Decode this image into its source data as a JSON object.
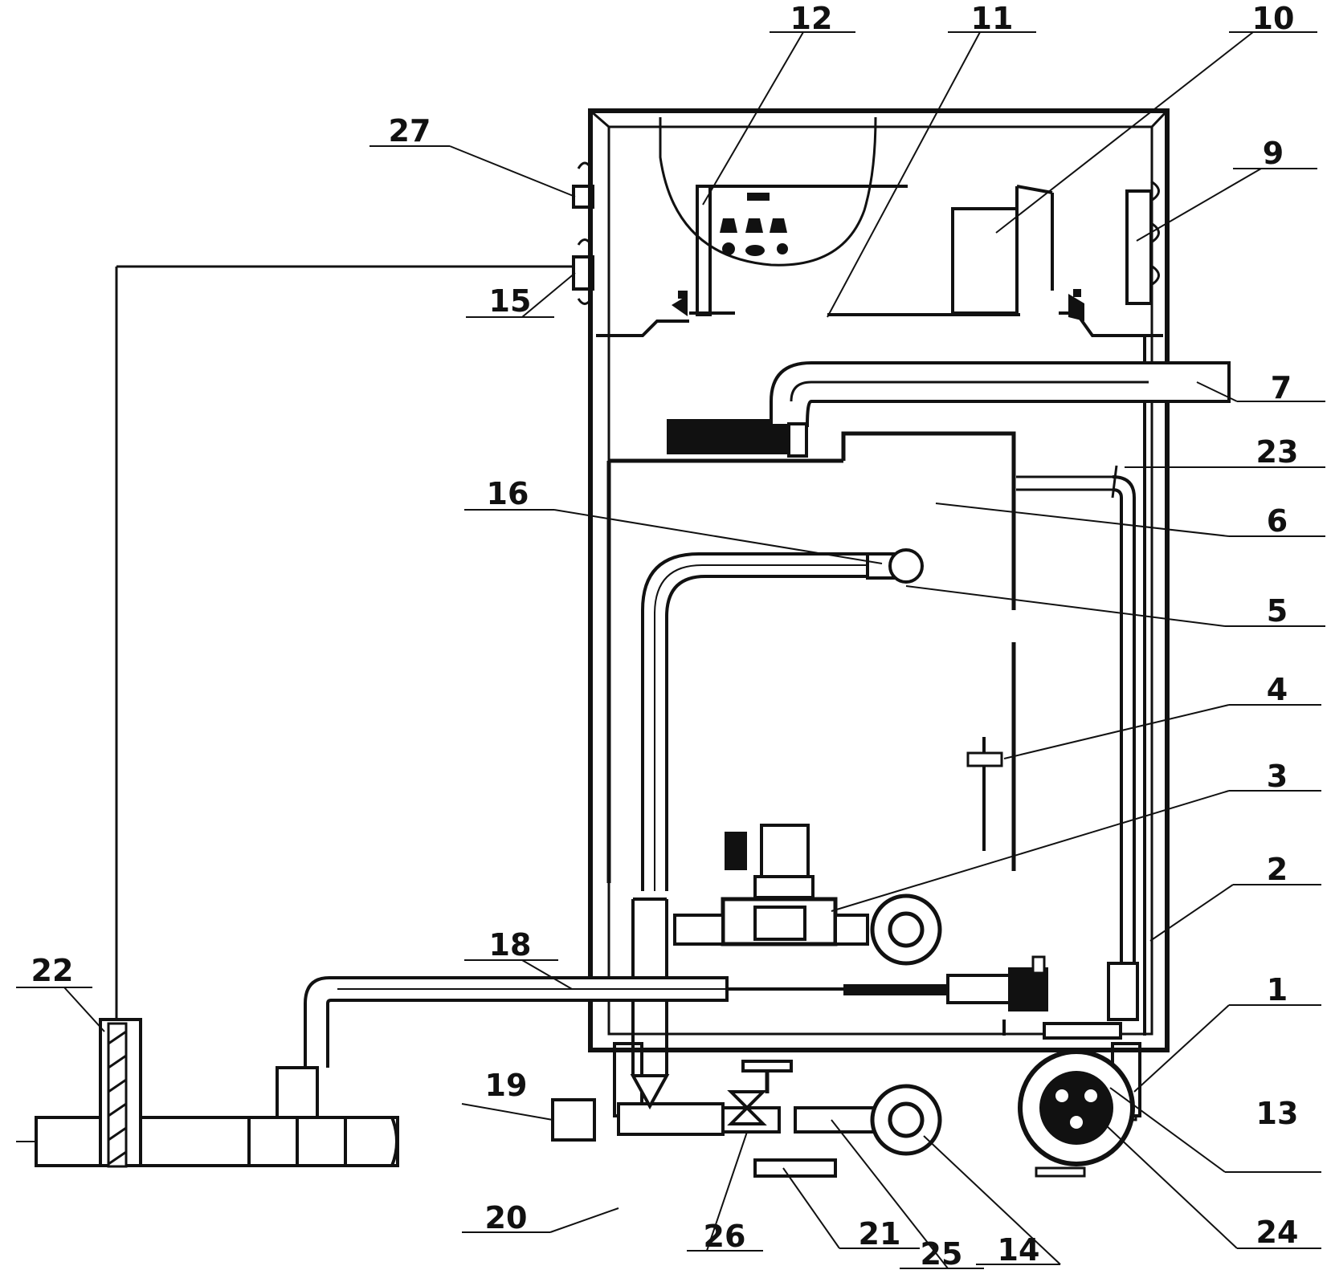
{
  "colors": {
    "ink": "#111111",
    "paper": "#ffffff"
  },
  "labels": {
    "l1": "1",
    "l2": "2",
    "l3": "3",
    "l4": "4",
    "l5": "5",
    "l6": "6",
    "l7": "7",
    "l9": "9",
    "l10": "10",
    "l11": "11",
    "l12": "12",
    "l13": "13",
    "l14": "14",
    "l15": "15",
    "l16": "16",
    "l18": "18",
    "l19": "19",
    "l20": "20",
    "l21": "21",
    "l22": "22",
    "l23": "23",
    "l24": "24",
    "l25": "25",
    "l26": "26",
    "l27": "27"
  }
}
